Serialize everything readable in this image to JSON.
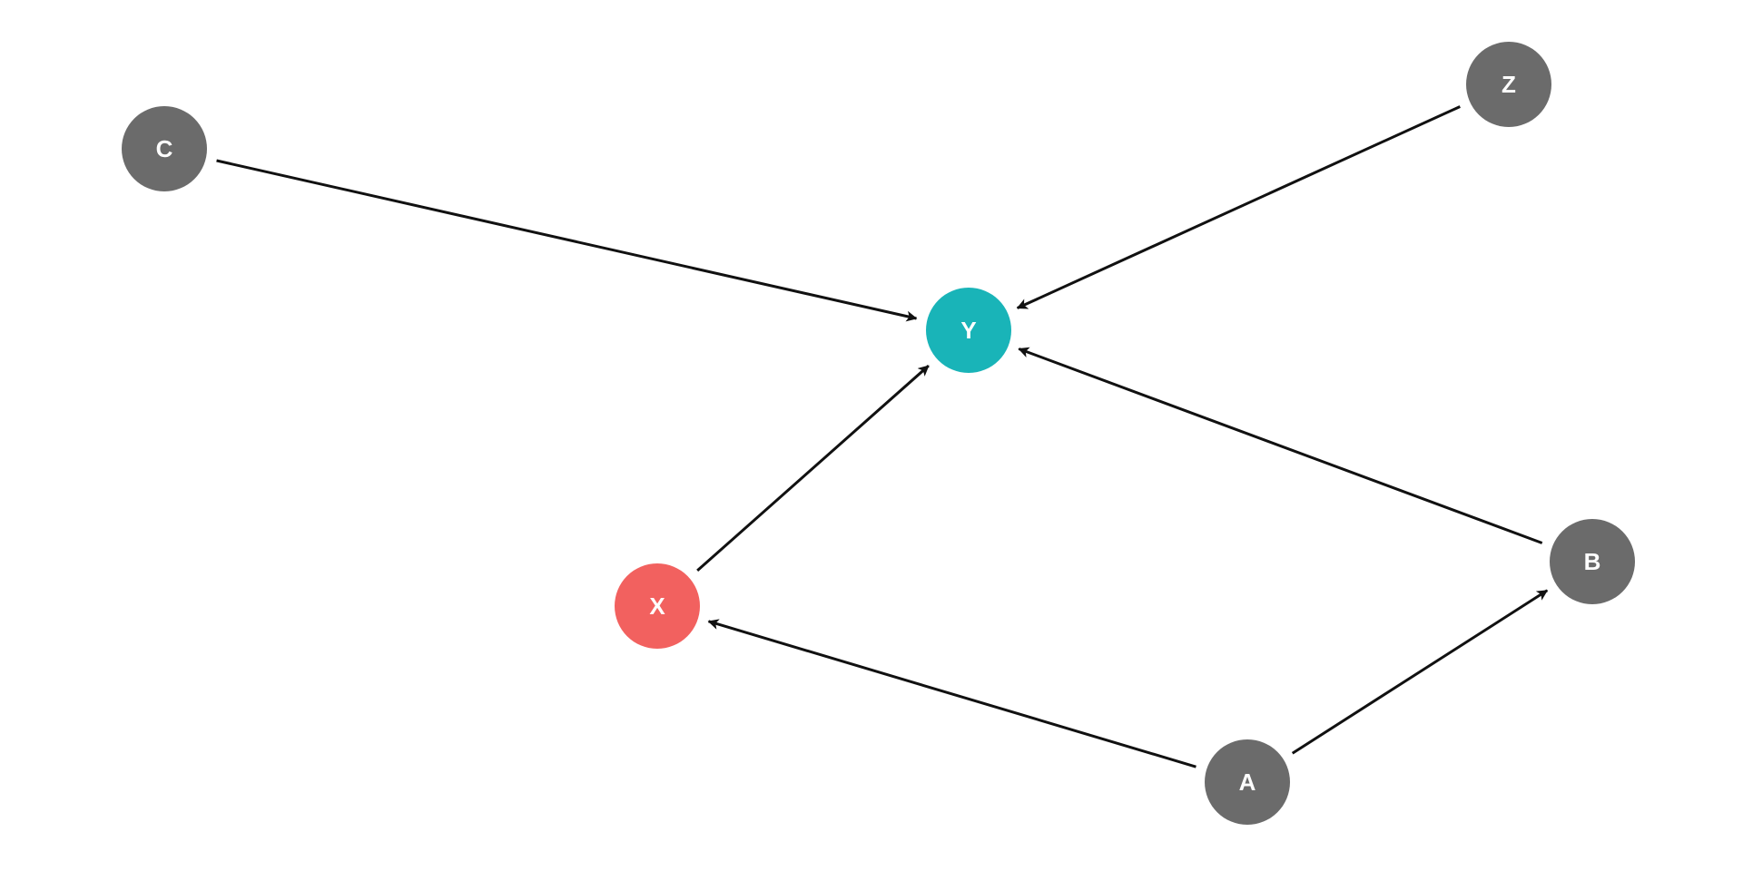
{
  "colors": {
    "default_node": "#6b6b6b",
    "treatment_node": "#f2615f",
    "outcome_node": "#19b4b8",
    "edge": "#111111",
    "label": "#ffffff"
  },
  "nodes": [
    {
      "id": "C",
      "label": "C",
      "role": "default"
    },
    {
      "id": "Z",
      "label": "Z",
      "role": "default"
    },
    {
      "id": "Y",
      "label": "Y",
      "role": "outcome"
    },
    {
      "id": "X",
      "label": "X",
      "role": "treatment"
    },
    {
      "id": "B",
      "label": "B",
      "role": "default"
    },
    {
      "id": "A",
      "label": "A",
      "role": "default"
    }
  ],
  "edges": [
    {
      "from": "C",
      "to": "Y"
    },
    {
      "from": "Z",
      "to": "Y"
    },
    {
      "from": "X",
      "to": "Y"
    },
    {
      "from": "B",
      "to": "Y"
    },
    {
      "from": "A",
      "to": "X"
    },
    {
      "from": "A",
      "to": "B"
    }
  ]
}
